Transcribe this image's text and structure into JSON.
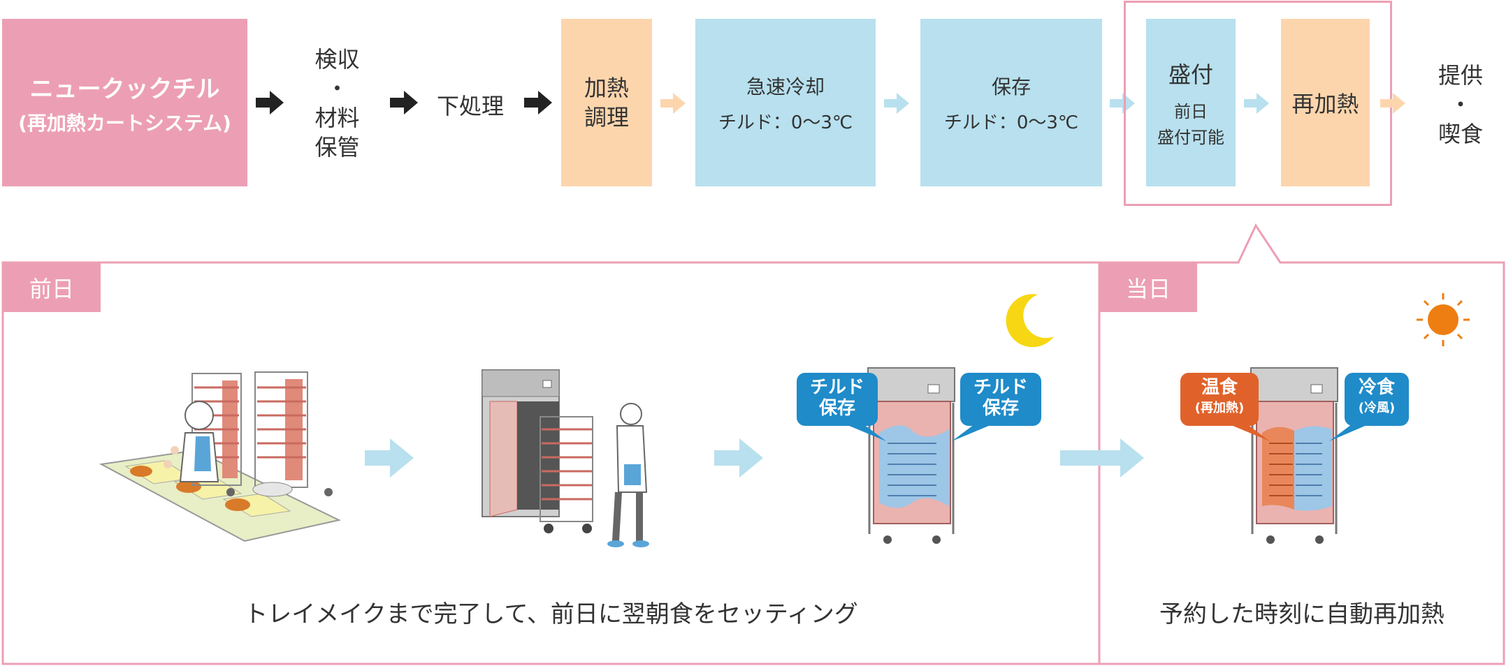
{
  "flow": {
    "main_title": "ニュークックチル",
    "main_subtitle": "(再加熱カートシステム)",
    "step_inspection": [
      "検収",
      "・",
      "材料",
      "保管"
    ],
    "step_prep": "下処理",
    "step_cooking": [
      "加熱",
      "調理"
    ],
    "step_chill": {
      "title": "急速冷却",
      "detail": "チルド：0〜3℃"
    },
    "step_storage": {
      "title": "保存",
      "detail": "チルド：0〜3℃"
    },
    "step_plating": {
      "title": "盛付",
      "detail1": "前日",
      "detail2": "盛付可能"
    },
    "step_reheat": "再加熱",
    "step_serve": [
      "提供",
      "・",
      "喫食"
    ]
  },
  "panel": {
    "day_before_label": "前日",
    "day_of_label": "当日",
    "day_before_caption": "トレイメイクまで完了して、前日に翌朝食をセッティング",
    "day_of_caption": "予約した時刻に自動再加熱",
    "bubble_chilled_left": [
      "チルド",
      "保存"
    ],
    "bubble_chilled_right": [
      "チルド",
      "保存"
    ],
    "bubble_warm": [
      "温食",
      "(再加熱)"
    ],
    "bubble_cold": [
      "冷食",
      "(冷風)"
    ]
  },
  "colors": {
    "pink": "#ec9fb4",
    "peach": "#fdd5ad",
    "light_blue": "#b8e0ee",
    "bubble_blue": "#1f8bc9",
    "bubble_orange": "#e0622a",
    "sun": "#ee7e12",
    "moon": "#f7d713"
  },
  "icons": [
    "moon-icon",
    "sun-icon",
    "black-arrow-icon",
    "peach-arrow-icon",
    "blue-arrow-icon"
  ]
}
